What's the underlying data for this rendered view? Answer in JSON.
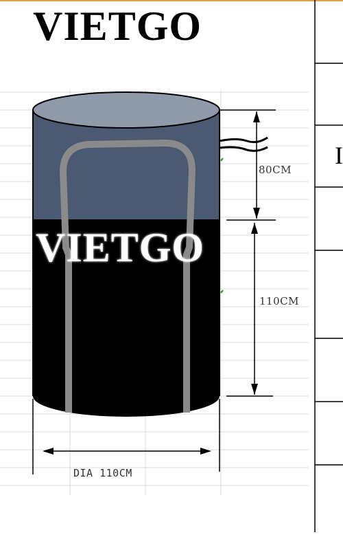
{
  "watermark": {
    "top": "VIETGO",
    "overlay": "VIETGO"
  },
  "dimensions": {
    "top_section": "80CM",
    "bottom_section": "110CM",
    "diameter": "DIA 110CM"
  },
  "side_fragment": "I",
  "colors": {
    "top_panel": "#4a5a72",
    "top_cap": "#8f9aaa",
    "bottom_panel": "#000000",
    "strap": "#8a8a8a",
    "grid_line": "#d8d8d8",
    "accent_line": "#e0a040"
  }
}
